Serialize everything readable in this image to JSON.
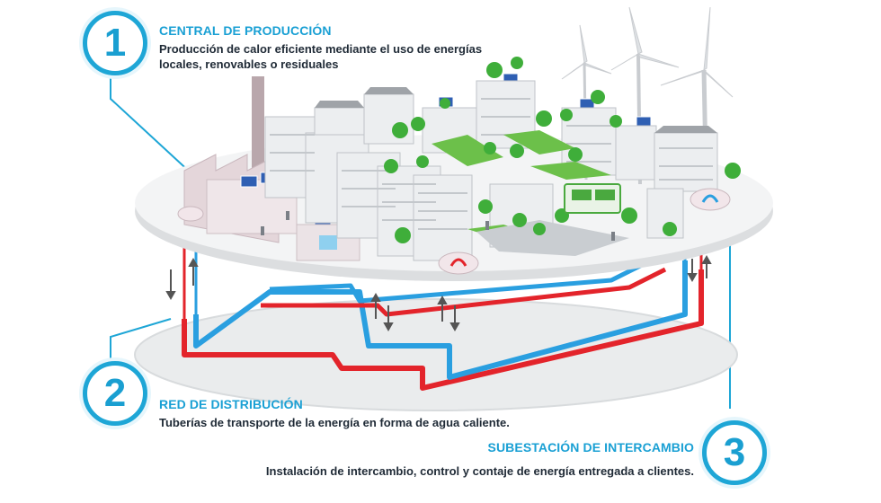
{
  "steps": [
    {
      "number": "1",
      "title": "CENTRAL DE PRODUCCIÓN",
      "description": "Producción de calor eficiente mediante el uso de energías locales, renovables o residuales"
    },
    {
      "number": "2",
      "title": "RED DE DISTRIBUCIÓN",
      "description": "Tuberías de transporte de la energía en forma de agua caliente."
    },
    {
      "number": "3",
      "title": "SUBESTACIÓN DE INTERCAMBIO",
      "description": "Instalación de intercambio, control y contaje de energía entregada a clientes."
    }
  ],
  "colors": {
    "accent": "#1ea6d6",
    "hot_pipe": "#e3242b",
    "cold_pipe": "#2a9fe0",
    "text": "#1f2a36"
  },
  "icons": [
    "wind-turbine-icon",
    "solar-panel-icon",
    "factory-icon",
    "bus-icon",
    "tree-icon",
    "person-icon"
  ]
}
